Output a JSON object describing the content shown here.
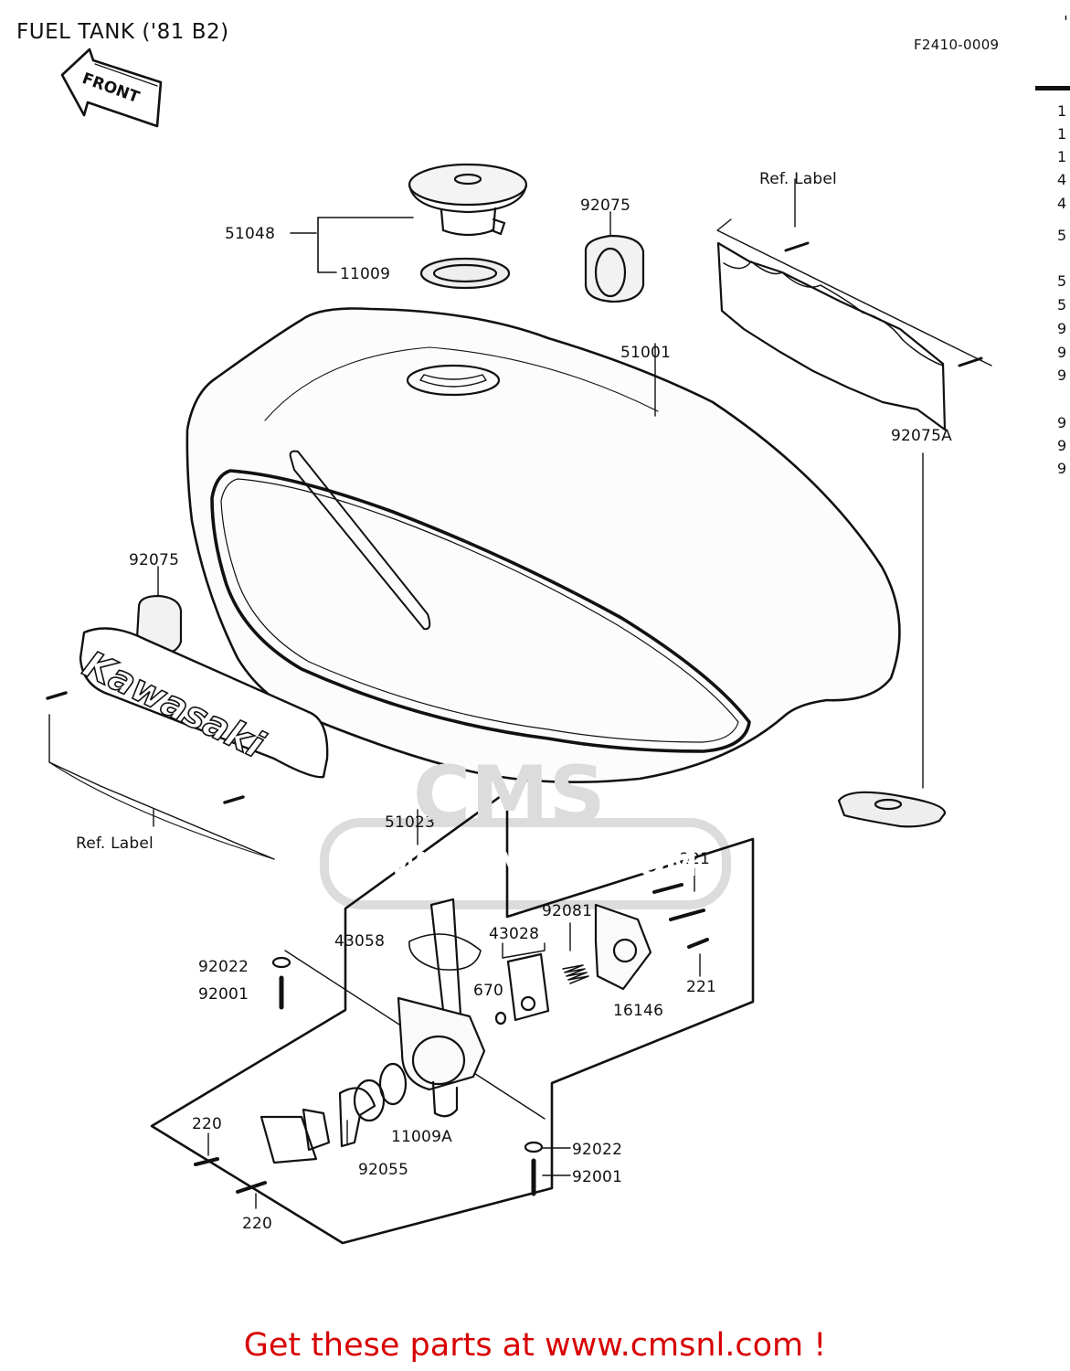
{
  "title": "FUEL TANK ('81 B2)",
  "diagram_id": "F2410-0009",
  "front_arrow_label": "FRONT",
  "brand_emblem_text": "Kawasaki",
  "watermark": {
    "logo_text": "CMS",
    "url_text": "WWW.CMSNL.COM"
  },
  "right_column_fragments": [
    "1",
    "1",
    "1",
    "4",
    "4",
    "5",
    "5",
    "5",
    "9",
    "9",
    "9",
    "9",
    "9",
    "9"
  ],
  "part_labels": {
    "cap_51048": "51048",
    "gasket_11009": "11009",
    "damper_top_92075": "92075",
    "ref_label_right": "Ref.  Label",
    "tank_51001": "51001",
    "damper_left_92075": "92075",
    "ref_label_left": "Ref.  Label",
    "damper_92075A": "92075A",
    "cock_assy_51023": "51023",
    "screw_221_top": "221",
    "spring_92081": "92081",
    "gasket_43058": "43058",
    "diaphragm_43028": "43028",
    "washer_92022_left": "92022",
    "bolt_92001_left": "92001",
    "oring_670": "670",
    "cover_16146": "16146",
    "screw_221_bottom": "221",
    "screw_220_top": "220",
    "gasket_11009A": "11009A",
    "seal_92055": "92055",
    "washer_92022_right": "92022",
    "bolt_92001_right": "92001",
    "screw_220_bottom": "220"
  },
  "footer_cta": "Get these parts at www.cmsnl.com !"
}
